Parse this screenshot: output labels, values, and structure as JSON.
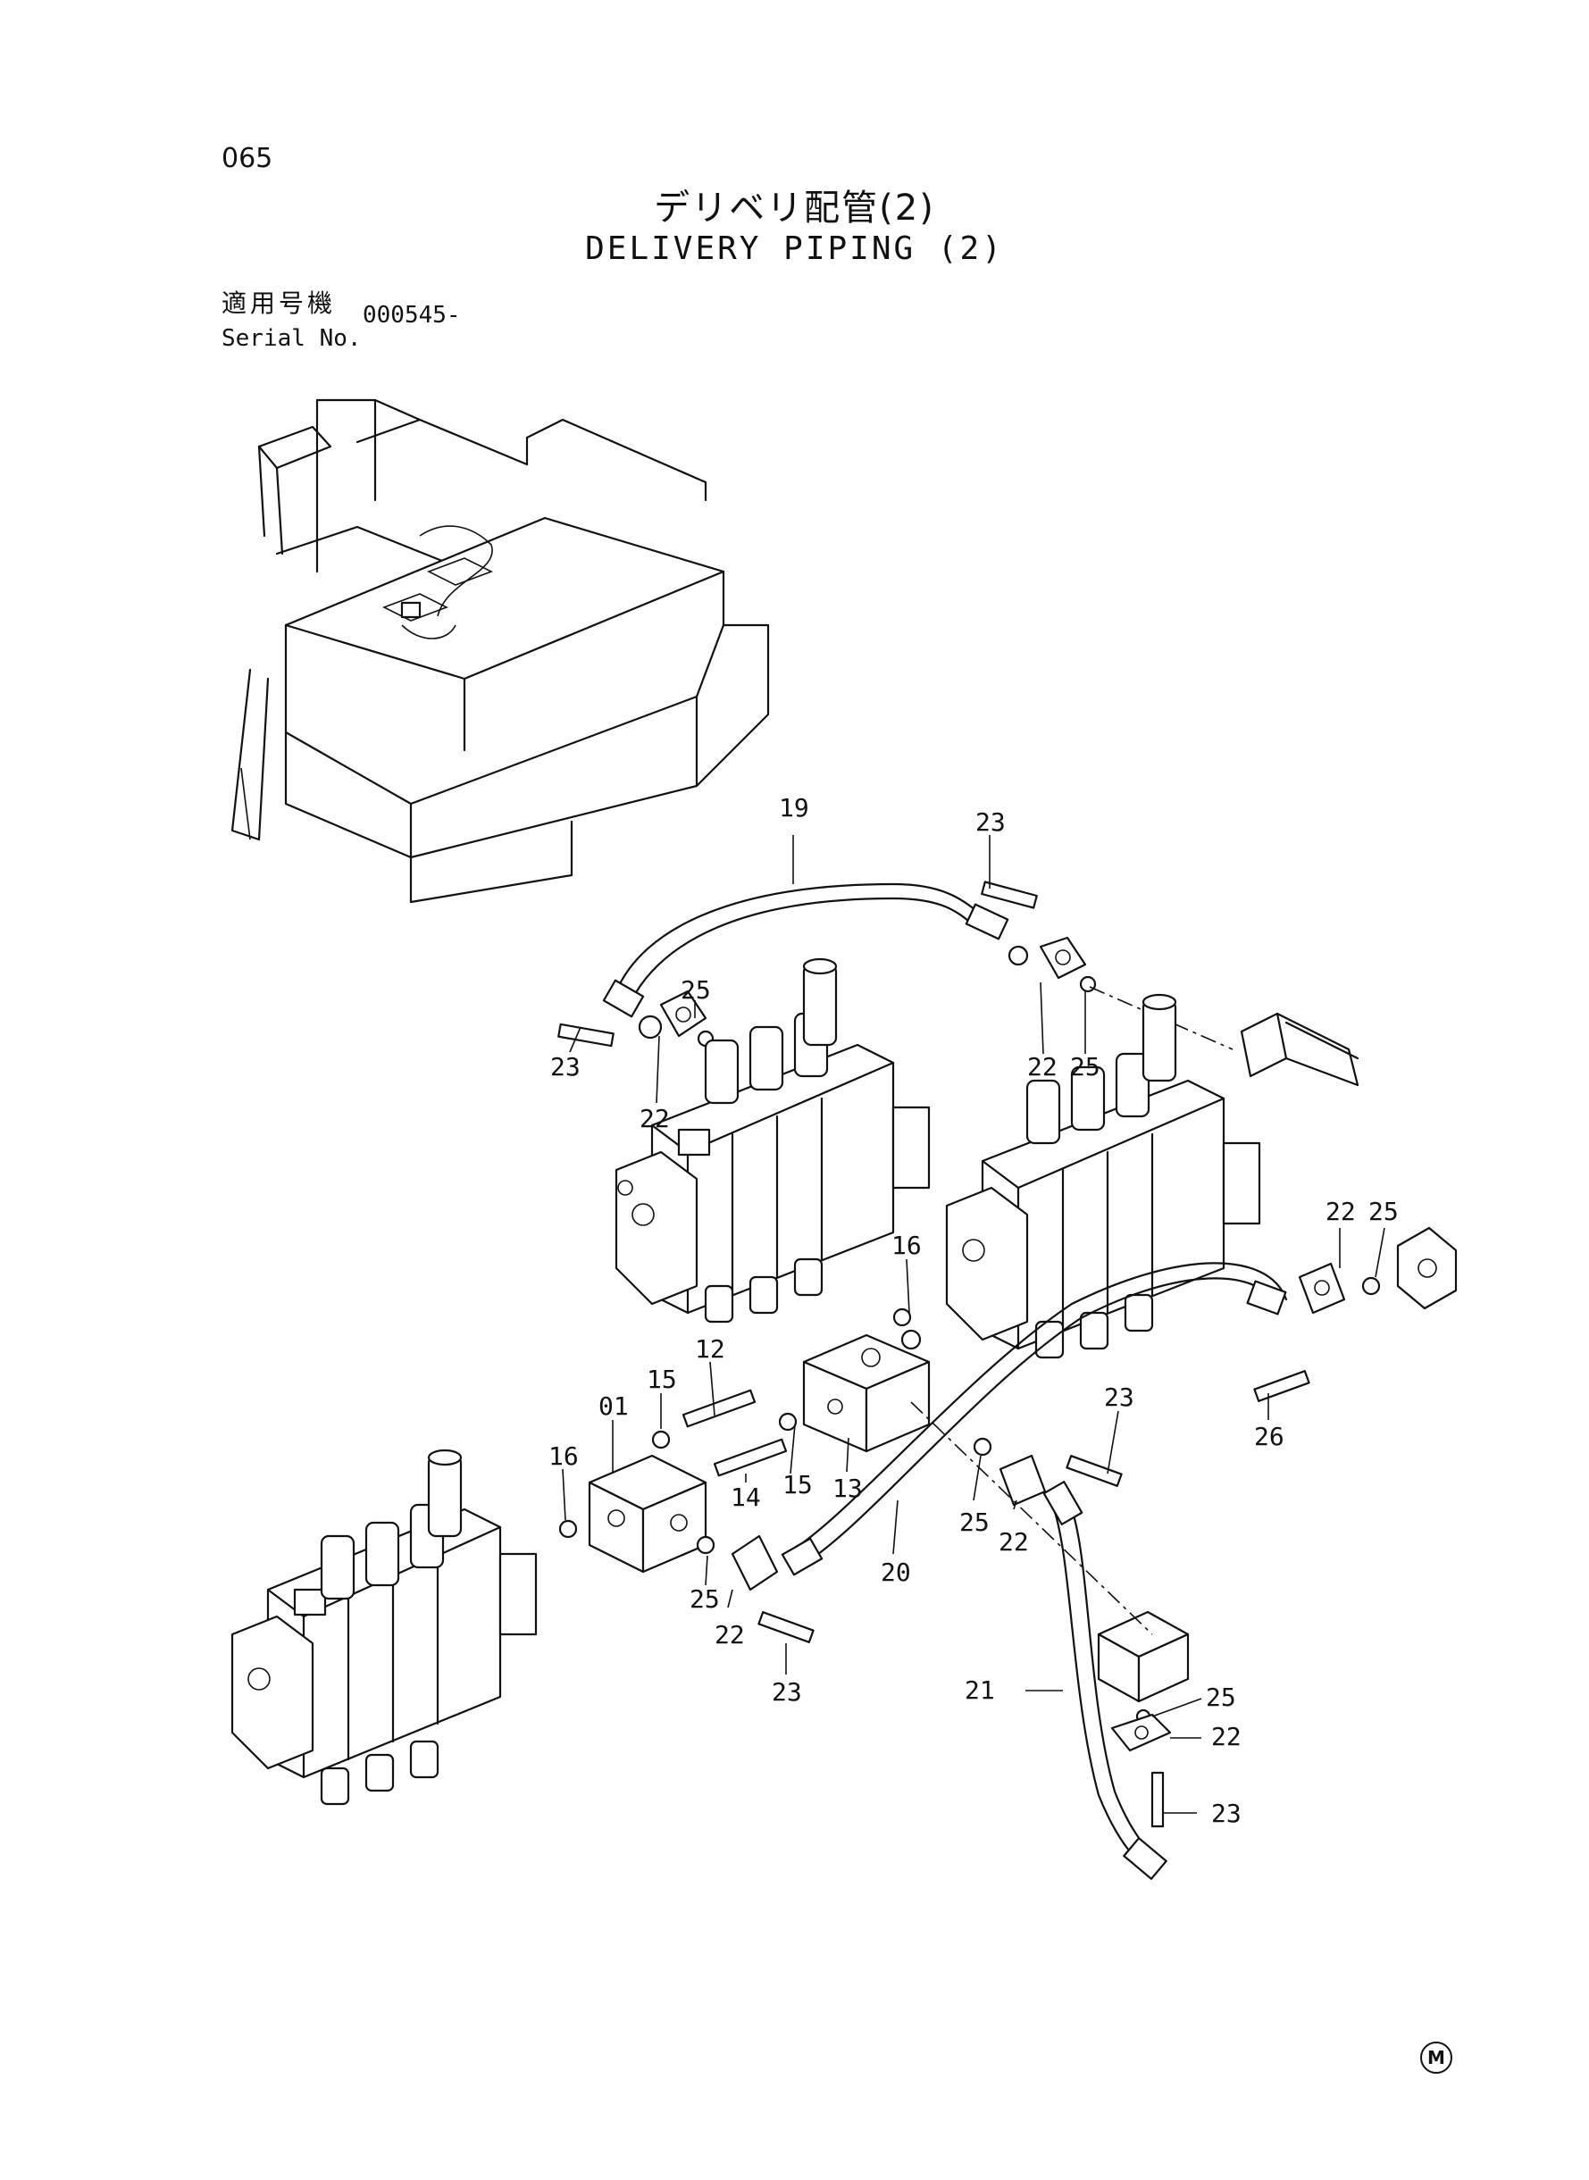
{
  "header": {
    "page_number": "065",
    "title_jp": "デリベリ配管(2)",
    "title_en": "DELIVERY PIPING (2)",
    "serial_label_jp": "適用号機",
    "serial_label_en": "Serial No.",
    "serial_value": "000545-"
  },
  "callouts": [
    {
      "id": "c19",
      "label": "19"
    },
    {
      "id": "c23a",
      "label": "23"
    },
    {
      "id": "c25a",
      "label": "25"
    },
    {
      "id": "c23b",
      "label": "23"
    },
    {
      "id": "c22a",
      "label": "22"
    },
    {
      "id": "c22b",
      "label": "22"
    },
    {
      "id": "c25b",
      "label": "25"
    },
    {
      "id": "c22c",
      "label": "22"
    },
    {
      "id": "c25c",
      "label": "25"
    },
    {
      "id": "c16a",
      "label": "16"
    },
    {
      "id": "c12",
      "label": "12"
    },
    {
      "id": "c15a",
      "label": "15"
    },
    {
      "id": "c01",
      "label": "01"
    },
    {
      "id": "c26",
      "label": "26"
    },
    {
      "id": "c23c",
      "label": "23"
    },
    {
      "id": "c16b",
      "label": "16"
    },
    {
      "id": "c14",
      "label": "14"
    },
    {
      "id": "c15b",
      "label": "15"
    },
    {
      "id": "c13",
      "label": "13"
    },
    {
      "id": "c25d",
      "label": "25"
    },
    {
      "id": "c22d",
      "label": "22"
    },
    {
      "id": "c20",
      "label": "20"
    },
    {
      "id": "c25e",
      "label": "25"
    },
    {
      "id": "c22e",
      "label": "22"
    },
    {
      "id": "c23d",
      "label": "23"
    },
    {
      "id": "c21",
      "label": "21"
    },
    {
      "id": "c25f",
      "label": "25"
    },
    {
      "id": "c22f",
      "label": "22"
    },
    {
      "id": "c23e",
      "label": "23"
    }
  ],
  "footer": {
    "mark": "M"
  }
}
